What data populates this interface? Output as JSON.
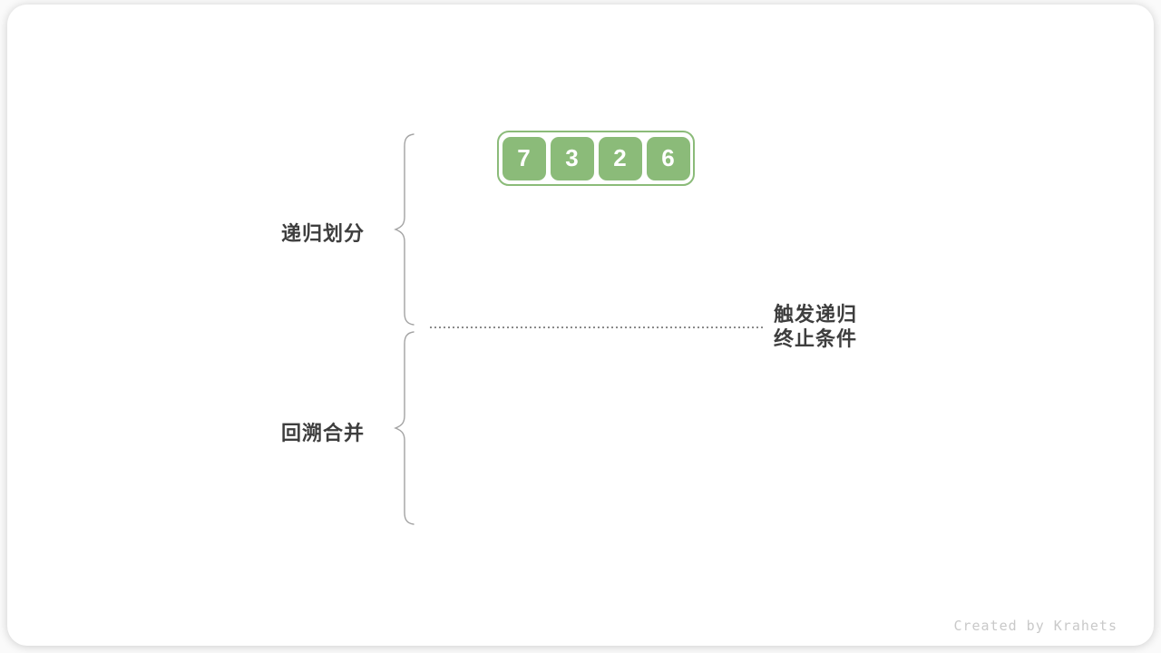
{
  "labels": {
    "divide": "递归划分",
    "merge": "回溯合并",
    "annotation_line1": "触发递归",
    "annotation_line2": "终止条件"
  },
  "array": {
    "values": [
      "7",
      "3",
      "2",
      "6"
    ]
  },
  "watermark": "Created by Krahets",
  "colors": {
    "array_green": "#8BBB79",
    "text_dark": "#3E3E3E",
    "brace_gray": "#A3A3A3",
    "dotted_gray": "#8A8A8A",
    "watermark_gray": "#C9C9C9",
    "card_bg": "#FFFFFF"
  }
}
